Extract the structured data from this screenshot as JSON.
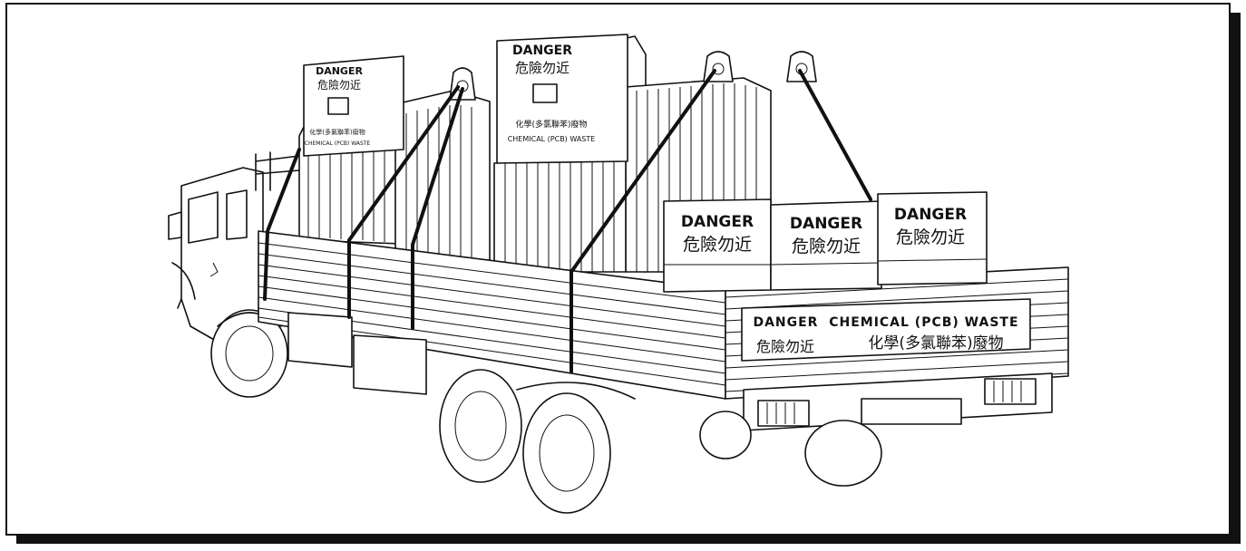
{
  "signs": {
    "left_board": {
      "title": "DANGER",
      "chinese": "危險勿近",
      "line_cn": "化學(多氯聯苯)廢物",
      "line_en": "CHEMICAL (PCB) WASTE"
    },
    "center_board": {
      "title": "DANGER",
      "chinese": "危險勿近",
      "line_cn": "化學(多氯聯苯)廢物",
      "line_en": "CHEMICAL (PCB) WASTE"
    },
    "drums": [
      {
        "title": "DANGER",
        "chinese": "危險勿近"
      },
      {
        "title": "DANGER",
        "chinese": "危險勿近"
      },
      {
        "title": "DANGER",
        "chinese": "危險勿近"
      }
    ],
    "tailboard": {
      "line1": "DANGER  CHEMICAL (PCB) WASTE",
      "line2_a": "危險勿近",
      "line2_b": "化學(多氯聯苯)廢物"
    }
  }
}
